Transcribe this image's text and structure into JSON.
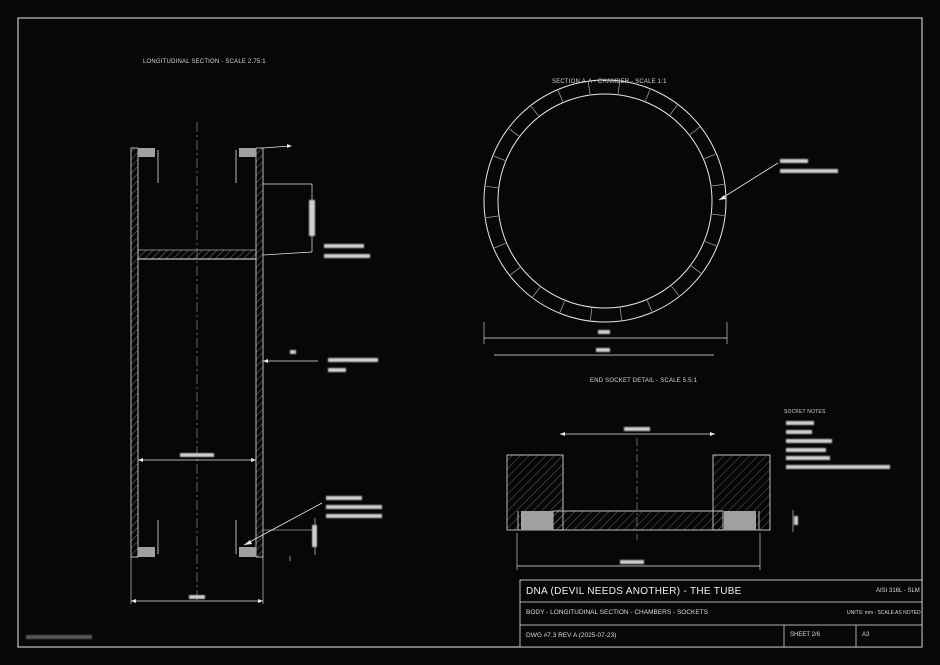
{
  "views": {
    "longitudinal_label": "LONGITUDINAL SECTION - SCALE 2.75:1",
    "cross_section_label": "SECTION A-A - CHAMBER - SCALE 1:1",
    "socket_detail_label": "END SOCKET DETAIL - SCALE 5.5:1"
  },
  "socket_notes": {
    "title": "SOCKET NOTES"
  },
  "title_block": {
    "title": "DNA (DEVIL NEEDS ANOTHER) - THE TUBE",
    "material": "AISI 316L - SLM",
    "subtitle": "BODY - LONGITUDINAL SECTION - CHAMBERS - SOCKETS",
    "units": "UNITS: mm - SCALE AS NOTED",
    "drawing_number": "DWG #7.3 REV A (2025-07-23)",
    "sheet": "SHEET 2/6",
    "size": "A3"
  },
  "colors": {
    "background": "#070707",
    "line": "#e8e8e8",
    "socket_fill": "#a0a0a0"
  }
}
